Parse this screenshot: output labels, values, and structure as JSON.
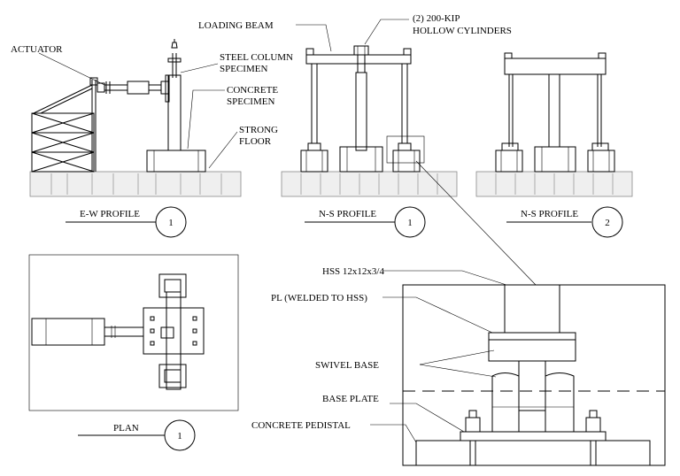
{
  "labels": {
    "actuator": "ACTUATOR",
    "loading_beam": "LOADING BEAM",
    "cylinders_line1": "(2) 200-KIP",
    "cylinders_line2": "HOLLOW CYLINDERS",
    "steel_column_line1": "STEEL COLUMN",
    "steel_column_line2": "SPECIMEN",
    "concrete_specimen_line1": "CONCRETE",
    "concrete_specimen_line2": "SPECIMEN",
    "strong_floor_line1": "STRONG",
    "strong_floor_line2": "FLOOR",
    "hss": "HSS 12x12x3/4",
    "plate": "PL (WELDED TO HSS)",
    "swivel_base": "SWIVEL BASE",
    "base_plate": "BASE PLATE",
    "concrete_pedestal": "CONCRETE PEDISTAL"
  },
  "views": {
    "ew_profile": {
      "title": "E-W PROFILE",
      "number": "1"
    },
    "ns_profile_1": {
      "title": "N-S PROFILE",
      "number": "1"
    },
    "ns_profile_2": {
      "title": "N-S PROFILE",
      "number": "2"
    },
    "plan": {
      "title": "PLAN",
      "number": "1"
    }
  }
}
